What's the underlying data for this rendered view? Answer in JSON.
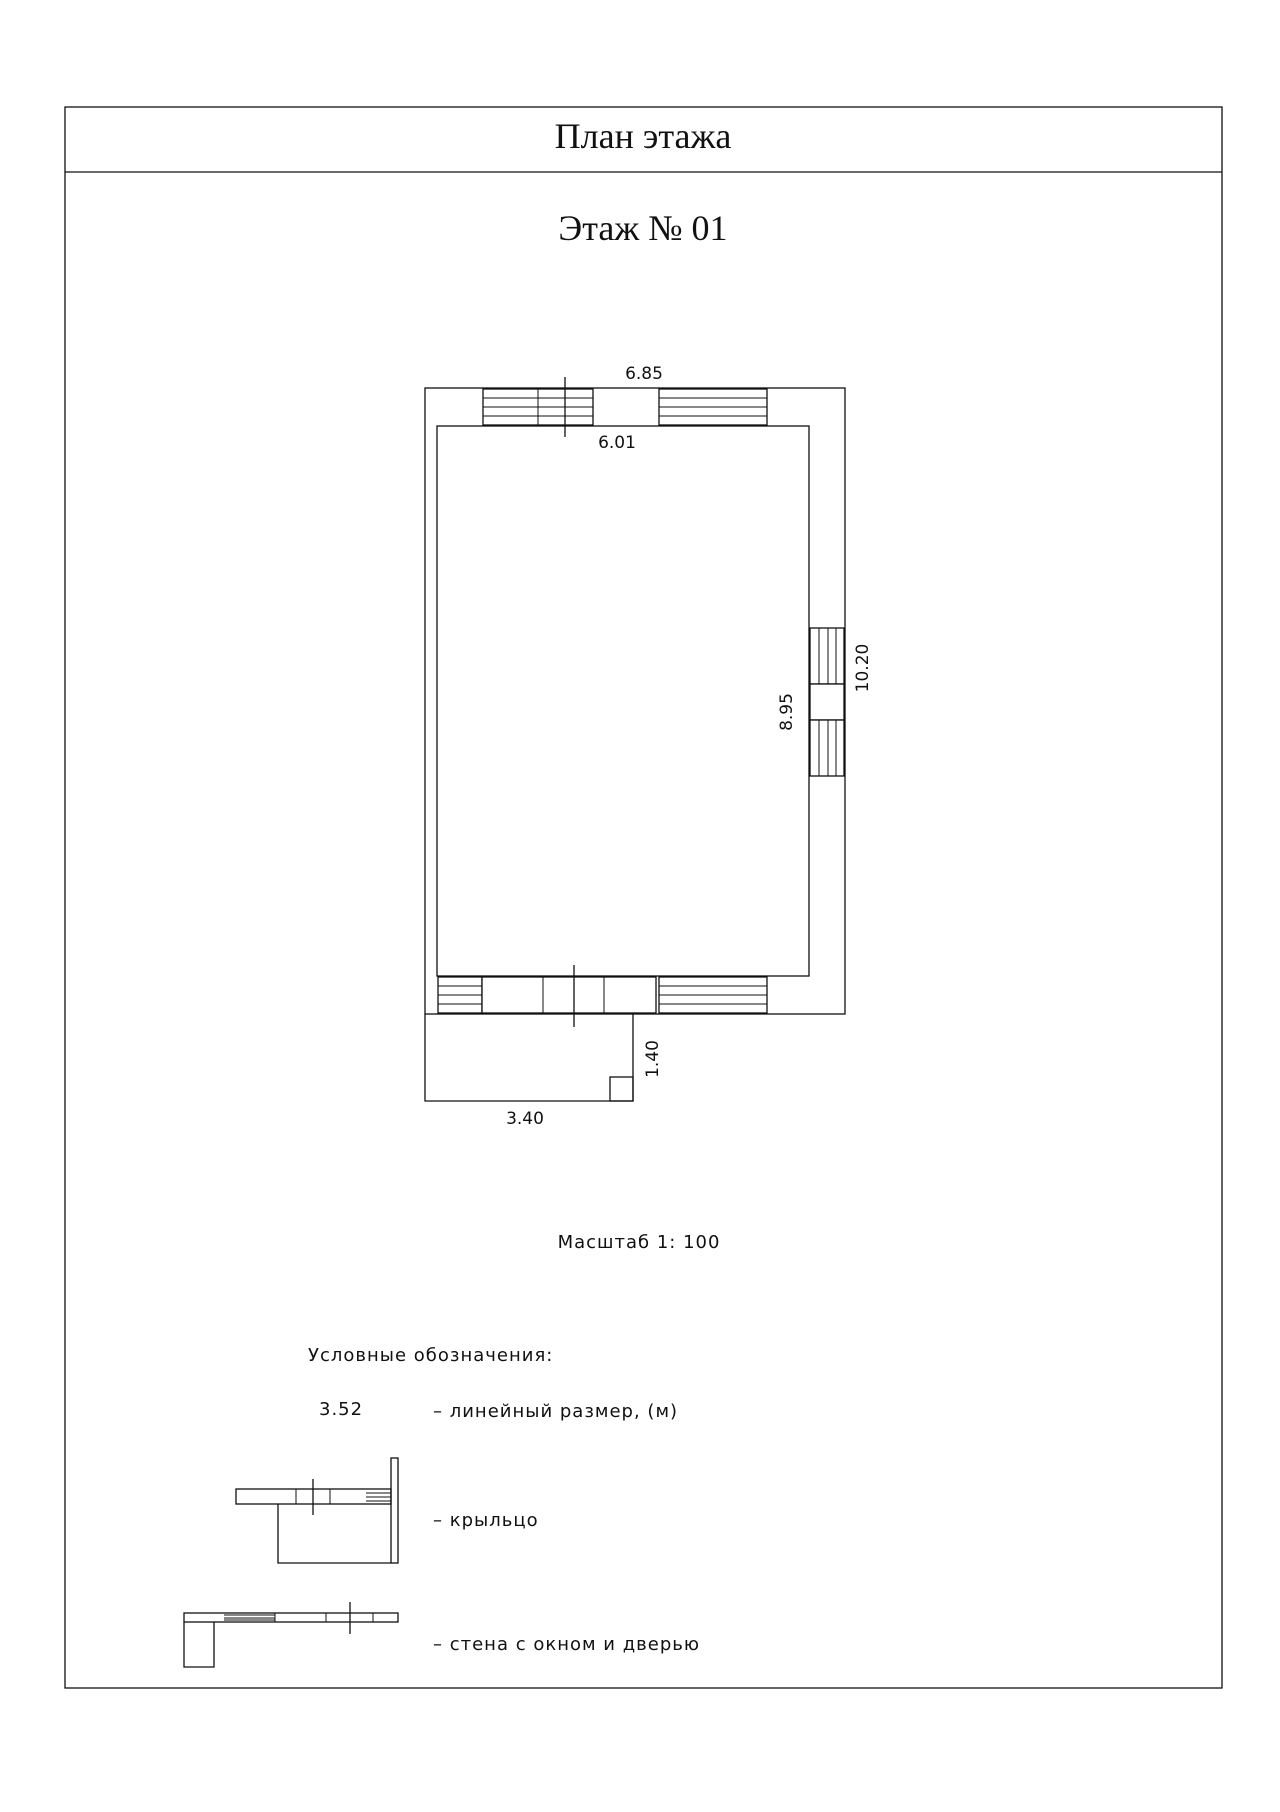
{
  "header": {
    "title": "План этажа"
  },
  "floor": {
    "label": "Этаж № 01"
  },
  "dimensions": {
    "outer_width": "6.85",
    "inner_width": "6.01",
    "outer_length": "10.20",
    "inner_length": "8.95",
    "porch_depth": "1.40",
    "porch_width": "3.40"
  },
  "scale": {
    "label": "Масштаб 1: 100"
  },
  "legend": {
    "heading": "Условные обозначения:",
    "items": [
      {
        "symbol": "3.52",
        "text": "– линейный размер, (м)"
      },
      {
        "symbol": "porch-symbol",
        "text": "– крыльцо"
      },
      {
        "symbol": "wall-window-door-symbol",
        "text": "– стена с окном и дверью"
      }
    ]
  }
}
